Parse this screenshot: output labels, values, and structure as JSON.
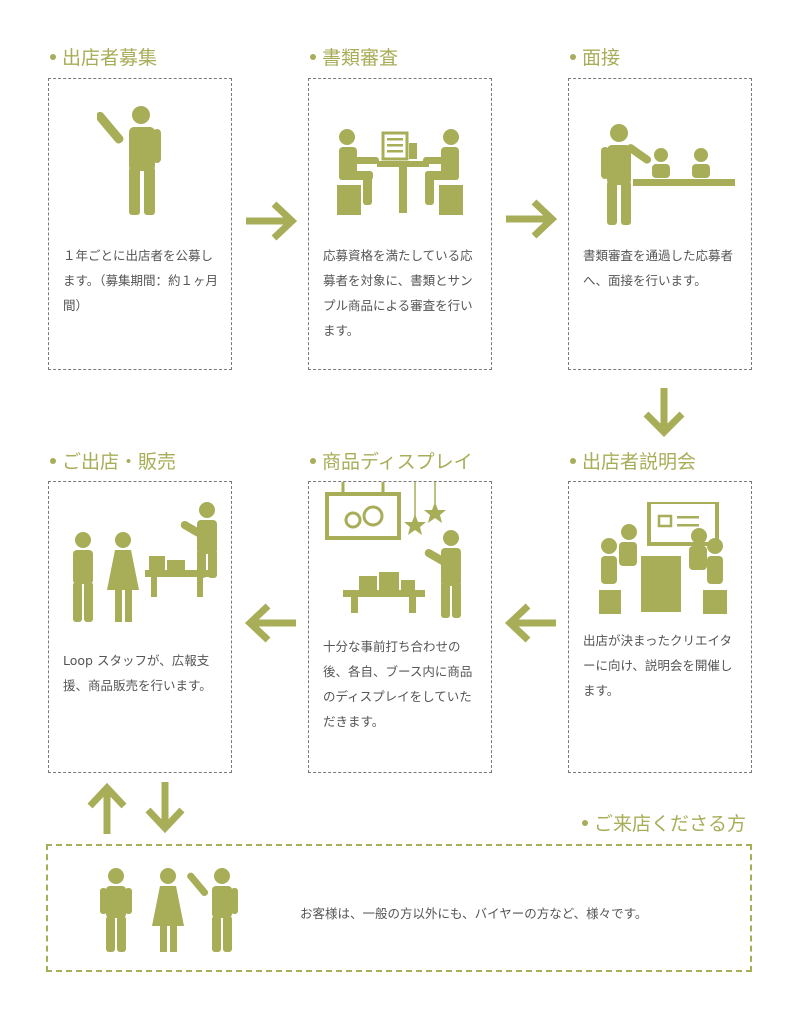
{
  "colors": {
    "olive": "#a8ad58",
    "border": "#7a7a7a",
    "text": "#555555"
  },
  "steps": [
    {
      "title": "出店者募集",
      "desc": "１年ごとに出店者を公募します。（募集期間：約１ヶ月間）"
    },
    {
      "title": "書類審査",
      "desc": "応募資格を満たしている応募者を対象に、書類とサンプル商品による審査を行います。"
    },
    {
      "title": "面接",
      "desc": "書類審査を通過した応募者へ、面接を行います。"
    },
    {
      "title": "出店者説明会",
      "desc": "出店が決まったクリエイターに向け、説明会を開催します。"
    },
    {
      "title": "商品ディスプレイ",
      "desc": "十分な事前打ち合わせの後、各自、ブース内に商品のディスプレイをしていただきます。"
    },
    {
      "title": "ご出店・販売",
      "desc": "Loop スタッフが、広報支援、商品販売を行います。"
    }
  ],
  "customers": {
    "title": "ご来店くださる方",
    "desc": "お客様は、一般の方以外にも、バイヤーの方など、様々です。"
  },
  "icons": [
    "person-waving-icon",
    "document-review-icon",
    "interview-icon",
    "briefing-icon",
    "display-icon",
    "sales-icon",
    "customers-icon",
    "arrow-right-icon",
    "arrow-down-icon",
    "arrow-left-icon",
    "arrow-up-icon"
  ]
}
